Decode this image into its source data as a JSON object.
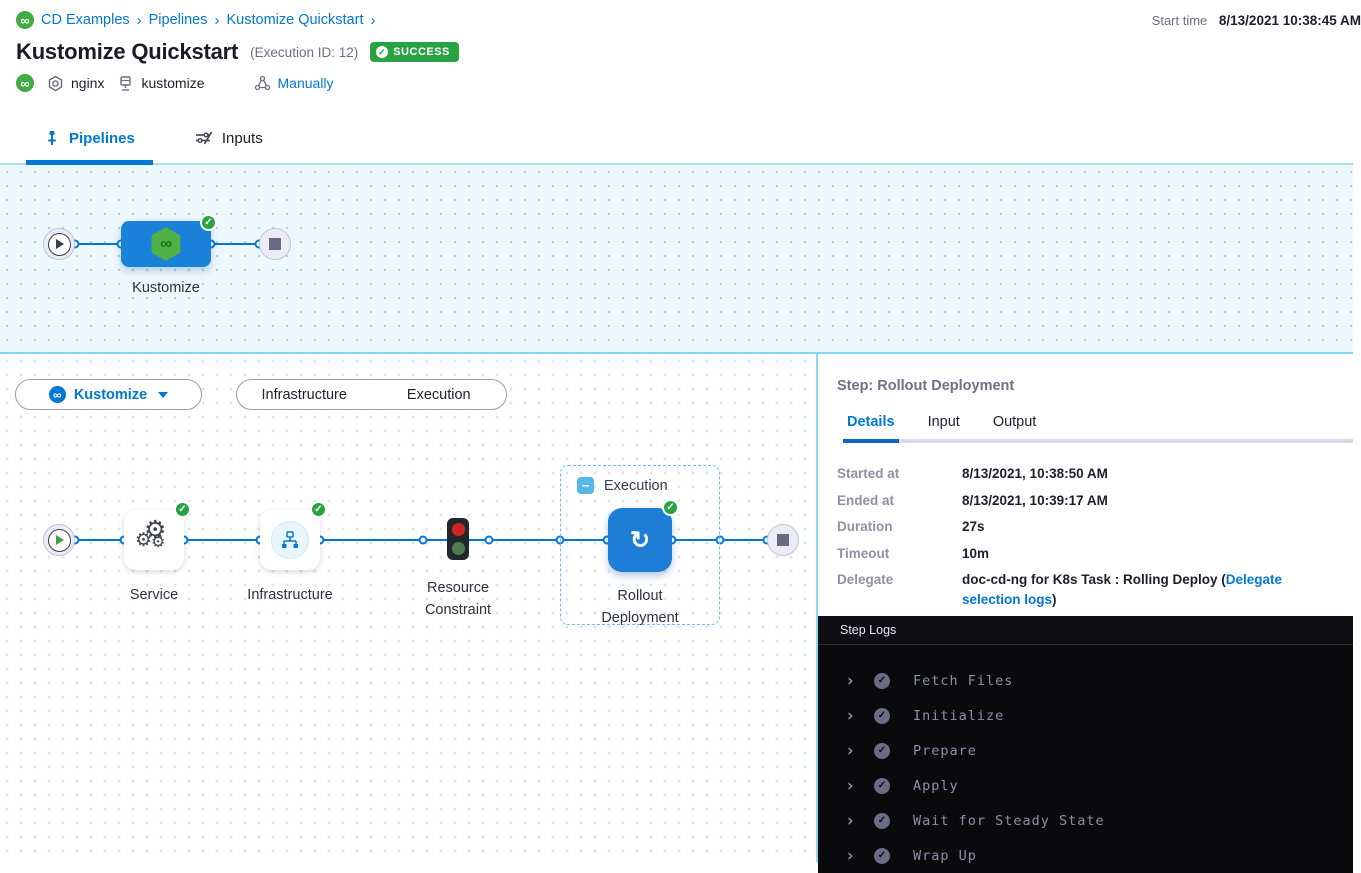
{
  "header": {
    "breadcrumb": {
      "items": [
        "CD Examples",
        "Pipelines",
        "Kustomize Quickstart"
      ],
      "separator": "›"
    },
    "start_time": {
      "label": "Start time",
      "value": "8/13/2021 10:38:45 AM"
    },
    "title": "Kustomize Quickstart",
    "execution_id": "(Execution ID: 12)",
    "status_badge": "SUCCESS",
    "tags": {
      "service": "nginx",
      "environment": "kustomize",
      "trigger": "Manually"
    }
  },
  "tabs": {
    "pipelines": "Pipelines",
    "inputs": "Inputs"
  },
  "stage_graph": {
    "stage_label": "Kustomize"
  },
  "execution_graph": {
    "stage_selector_label": "Kustomize",
    "toggle": {
      "infrastructure": "Infrastructure",
      "execution": "Execution"
    },
    "group_label": "Execution",
    "steps": {
      "service": "Service",
      "infrastructure": "Infrastructure",
      "resource_constraint": "Resource Constraint",
      "rollout_deployment": "Rollout Deployment"
    }
  },
  "details_panel": {
    "title": "Step: Rollout Deployment",
    "tabs": [
      "Details",
      "Input",
      "Output"
    ],
    "rows": [
      {
        "label": "Started at",
        "value": "8/13/2021, 10:38:50 AM"
      },
      {
        "label": "Ended at",
        "value": "8/13/2021, 10:39:17 AM"
      },
      {
        "label": "Duration",
        "value": "27s"
      },
      {
        "label": "Timeout",
        "value": "10m"
      },
      {
        "label": "Delegate",
        "value_prefix": "doc-cd-ng for K8s Task : Rolling Deploy (",
        "link": "Delegate selection logs",
        "value_suffix": ")"
      }
    ]
  },
  "log_panel": {
    "title": "Step Logs",
    "entries": [
      "Fetch Files",
      "Initialize",
      "Prepare",
      "Apply",
      "Wait for Steady State",
      "Wrap Up"
    ]
  },
  "glyphs": {
    "infinity": "∞",
    "check": "✓",
    "rollout": "↻",
    "minus": "−",
    "gear": "⚙",
    "chevron": "›"
  },
  "colors": {
    "brand_blue": "#0278d5",
    "success_green": "#29a244",
    "stage_blue": "#1a81d8",
    "canvas_cyan": "#82d6f0",
    "log_bg": "#0a0a0d"
  }
}
